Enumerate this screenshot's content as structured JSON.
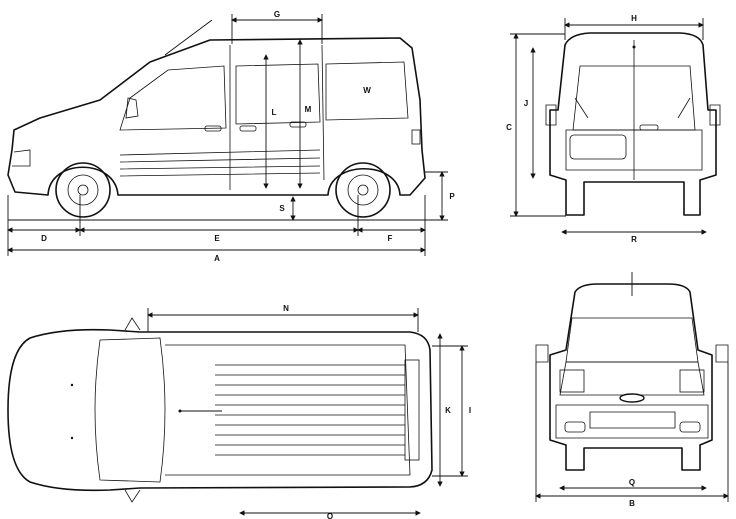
{
  "title": "Ford Transit Connect LWB high roof blueprint",
  "dimensions": {
    "G": "G",
    "H": "H",
    "L": "L",
    "M": "M",
    "W": "W",
    "J": "J",
    "C": "C",
    "S": "S",
    "P": "P",
    "D": "D",
    "E": "E",
    "F": "F",
    "A": "A",
    "R": "R",
    "N": "N",
    "K": "K",
    "I": "I",
    "Q": "Q",
    "B": "B",
    "O": "O"
  },
  "views": [
    "side",
    "rear",
    "top",
    "front"
  ]
}
